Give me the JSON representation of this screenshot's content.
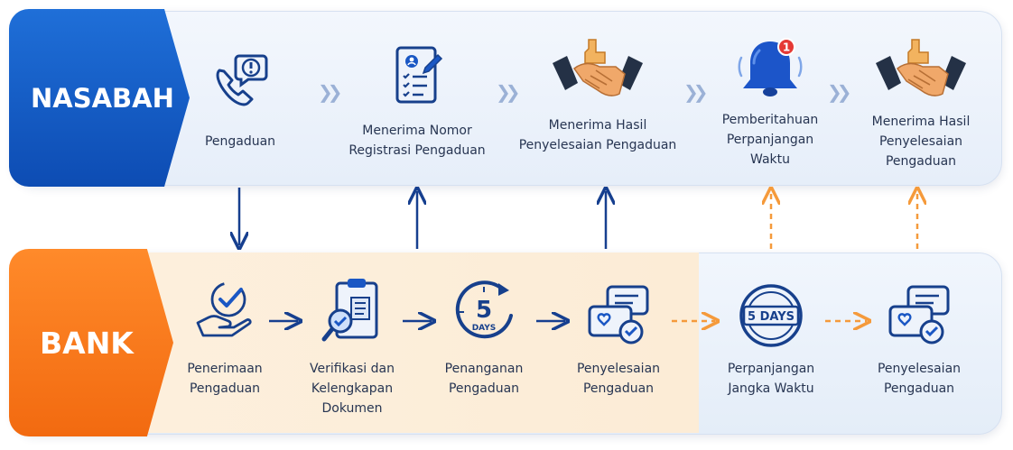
{
  "lanes": {
    "nasabah": {
      "title": "NASABAH",
      "color": "#1565d8"
    },
    "bank": {
      "title": "BANK",
      "color": "#f47a1f"
    }
  },
  "nasabah_steps": [
    {
      "icon": "phone-alert-icon",
      "label": "Pengaduan"
    },
    {
      "icon": "clipboard-form-icon",
      "label": "Menerima Nomor\nRegistrasi Pengaduan"
    },
    {
      "icon": "handshake-thumbs-up-icon",
      "label": "Menerima Hasil\nPenyelesaian Pengaduan"
    },
    {
      "icon": "notification-bell-icon",
      "label": "Pemberitahuan\nPerpanjangan\nWaktu",
      "badge": "1"
    },
    {
      "icon": "handshake-thumbs-up-icon",
      "label": "Menerima Hasil\nPenyelesaian\nPengaduan"
    }
  ],
  "bank_steps": [
    {
      "icon": "hand-check-icon",
      "label": "Penerimaan\nPengaduan"
    },
    {
      "icon": "clipboard-magnifier-icon",
      "label": "Verifikasi dan\nKelengkapan\nDokumen"
    },
    {
      "icon": "five-days-clock-icon",
      "label": "Penanganan\nPengaduan",
      "icon_text_number": "5",
      "icon_text_unit": "DAYS"
    },
    {
      "icon": "chat-bubbles-heart-icon",
      "label": "Penyelesaian\nPengaduan"
    },
    {
      "icon": "five-days-stamp-icon",
      "label": "Perpanjangan\nJangka Waktu",
      "icon_text": "5 DAYS"
    },
    {
      "icon": "chat-bubbles-heart-icon",
      "label": "Penyelesaian\nPengaduan"
    }
  ],
  "colors": {
    "solid_arrow": "#163f8f",
    "dashed_arrow": "#f59a3b",
    "chevron": "#9bb1d6"
  }
}
